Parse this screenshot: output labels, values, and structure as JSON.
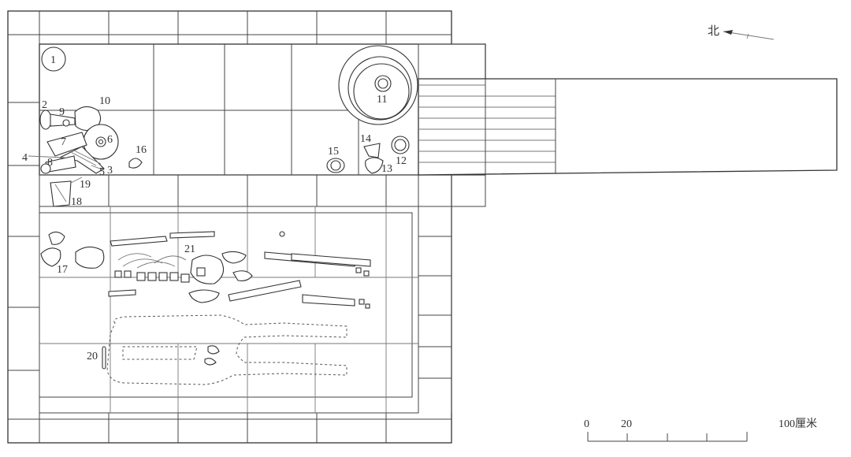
{
  "north": {
    "label": "北"
  },
  "scale": {
    "ticks": [
      "0",
      "20"
    ],
    "end_label": "100厘米"
  },
  "labels": {
    "n1": "1",
    "n2": "2",
    "n3": "3",
    "n4": "4",
    "n5": "5",
    "n6": "6",
    "n7": "7",
    "n8": "8",
    "n9": "9",
    "n10": "10",
    "n11": "11",
    "n12": "12",
    "n13": "13",
    "n14": "14",
    "n15": "15",
    "n16": "16",
    "n17": "17",
    "n18": "18",
    "n19": "19",
    "n20": "20",
    "n21": "21"
  }
}
